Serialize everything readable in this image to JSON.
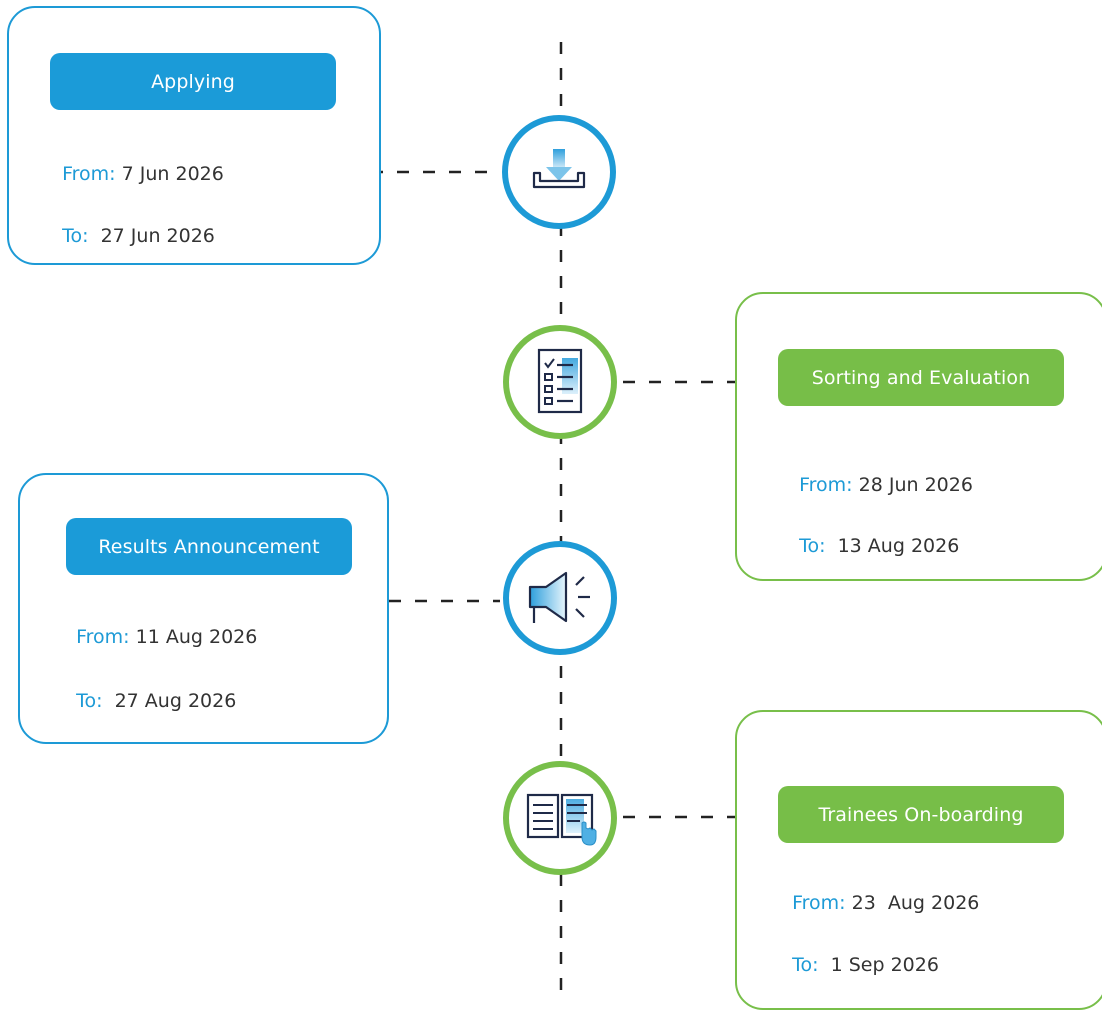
{
  "colors": {
    "blue": "#1d9ad6",
    "green": "#78bf4a",
    "navy": "#1f2a48",
    "dash": "#222222"
  },
  "stages": [
    {
      "title": "Applying",
      "from_label": "From:",
      "from_value": "7 Jun 2026",
      "to_label": "To:",
      "to_value": "27 Jun 2026",
      "icon": "download-tray-icon",
      "color": "blue"
    },
    {
      "title": "Sorting and Evaluation",
      "from_label": "From:",
      "from_value": "28 Jun 2026",
      "to_label": "To:",
      "to_value": "13 Aug 2026",
      "icon": "checklist-icon",
      "color": "green"
    },
    {
      "title": "Results Announcement",
      "from_label": "From:",
      "from_value": "11 Aug 2026",
      "to_label": "To:",
      "to_value": "27 Aug 2026",
      "icon": "megaphone-icon",
      "color": "blue"
    },
    {
      "title": "Trainees On-boarding",
      "from_label": "From:",
      "from_value": "23  Aug 2026",
      "to_label": "To:",
      "to_value": "1 Sep 2026",
      "icon": "open-book-hand-icon",
      "color": "green"
    }
  ]
}
